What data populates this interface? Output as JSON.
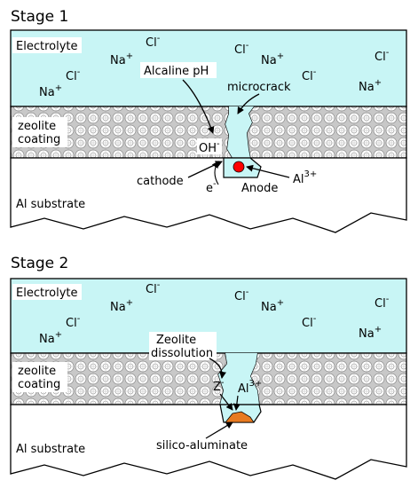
{
  "stage1": {
    "title": "Stage 1",
    "electrolyte_label": "Electrolyte",
    "coating_label_line1": "zeolite",
    "coating_label_line2": "coating",
    "substrate_label": "Al substrate",
    "ph_label": "Alcaline pH",
    "crack_label": "microcrack",
    "hydroxide": "OH",
    "hydroxide_charge": "-",
    "cathode_label": "cathode",
    "electron": "e",
    "electron_charge": "-",
    "anode_label": "Anode",
    "aluminium_ion": "Al",
    "aluminium_charge": "3+",
    "ions": [
      {
        "base": "Na",
        "charge": "+"
      },
      {
        "base": "Cl",
        "charge": "-"
      },
      {
        "base": "Cl",
        "charge": "-"
      },
      {
        "base": "Na",
        "charge": "+"
      },
      {
        "base": "Cl",
        "charge": "-"
      },
      {
        "base": "Cl",
        "charge": "-"
      },
      {
        "base": "Na",
        "charge": "+"
      },
      {
        "base": "Cl",
        "charge": "-"
      },
      {
        "base": "Na",
        "charge": "+"
      }
    ]
  },
  "stage2": {
    "title": "Stage 2",
    "electrolyte_label": "Electrolyte",
    "coating_label_line1": "zeolite",
    "coating_label_line2": "coating",
    "substrate_label": "Al substrate",
    "dissolution_line1": "Zeolite",
    "dissolution_line2": "dissolution",
    "zeolite_ion": "Z",
    "zeolite_charge": "-",
    "aluminium_ion": "Al",
    "aluminium_charge": "3+",
    "product_label": "silico-aluminate",
    "ions": [
      {
        "base": "Na",
        "charge": "+"
      },
      {
        "base": "Cl",
        "charge": "-"
      },
      {
        "base": "Cl",
        "charge": "-"
      },
      {
        "base": "Na",
        "charge": "+"
      },
      {
        "base": "Cl",
        "charge": "-"
      },
      {
        "base": "Cl",
        "charge": "-"
      },
      {
        "base": "Na",
        "charge": "+"
      },
      {
        "base": "Cl",
        "charge": "-"
      },
      {
        "base": "Na",
        "charge": "+"
      }
    ]
  },
  "colors": {
    "electrolyte": "#c8f5f5",
    "coating": "#c8c8c8",
    "anode_dot": "#ff0000",
    "silico_aluminate": "#e87a20"
  }
}
